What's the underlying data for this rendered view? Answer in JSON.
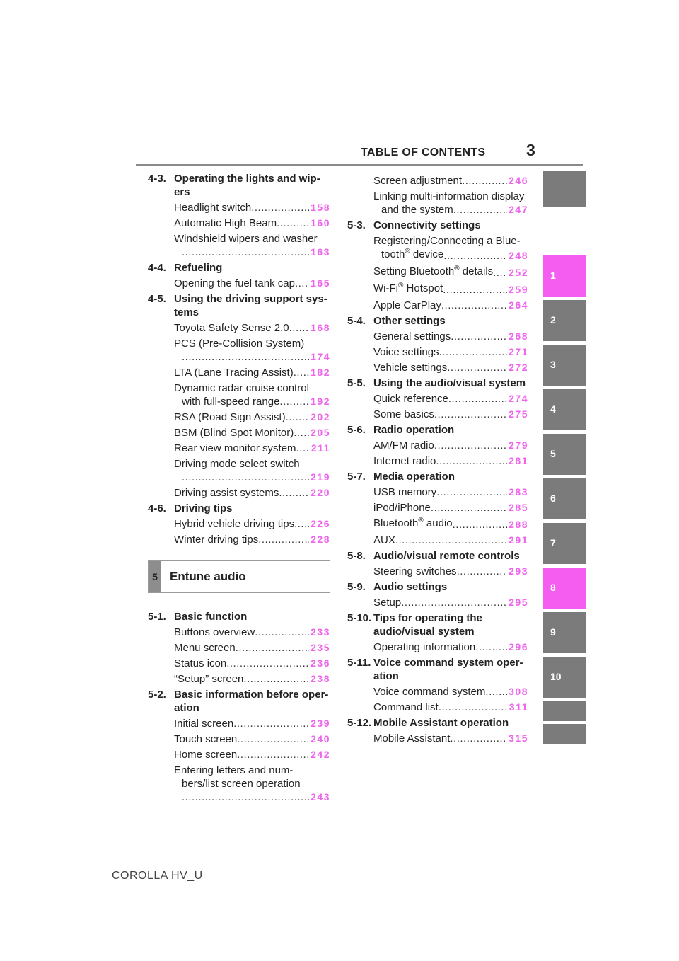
{
  "header": {
    "title": "TABLE OF CONTENTS",
    "page_number": "3"
  },
  "left_column": {
    "sections": [
      {
        "number": "4-3.",
        "title": "Operating the lights and wip-ers",
        "entries": [
          {
            "label": "Headlight switch",
            "page": "158"
          },
          {
            "label": "Automatic High Beam",
            "page": "160"
          },
          {
            "label_line1": "Windshield wipers and washer",
            "label": "",
            "page": "163"
          }
        ]
      },
      {
        "number": "4-4.",
        "title": "Refueling",
        "entries": [
          {
            "label": "Opening the fuel tank cap",
            "page": "165"
          }
        ]
      },
      {
        "number": "4-5.",
        "title": "Using the driving support sys-tems",
        "entries": [
          {
            "label": "Toyota Safety Sense 2.0",
            "page": "168"
          },
          {
            "label_line1": "PCS (Pre-Collision System)",
            "label": "",
            "page": "174"
          },
          {
            "label": "LTA (Lane Tracing Assist)",
            "page": "182"
          },
          {
            "label_line1": "Dynamic radar cruise control",
            "label": "with full-speed range",
            "page": "192"
          },
          {
            "label": "RSA (Road Sign Assist)",
            "page": "202"
          },
          {
            "label": "BSM (Blind Spot Monitor)",
            "page": "205"
          },
          {
            "label": "Rear view monitor system",
            "page": "211"
          },
          {
            "label_line1": "Driving mode select switch",
            "label": "",
            "page": "219"
          },
          {
            "label": "Driving assist systems",
            "page": "220"
          }
        ]
      },
      {
        "number": "4-6.",
        "title": "Driving tips",
        "entries": [
          {
            "label": "Hybrid vehicle driving tips",
            "page": "226"
          },
          {
            "label": "Winter driving tips",
            "page": "228"
          }
        ]
      }
    ],
    "chapter": {
      "number": "5",
      "title": "Entune audio"
    },
    "sections_after": [
      {
        "number": "5-1.",
        "title": "Basic function",
        "entries": [
          {
            "label": "Buttons overview",
            "page": "233"
          },
          {
            "label": "Menu screen",
            "page": "235"
          },
          {
            "label": "Status icon",
            "page": "236"
          },
          {
            "label": "“Setup” screen",
            "page": "238"
          }
        ]
      },
      {
        "number": "5-2.",
        "title": "Basic information before oper-ation",
        "entries": [
          {
            "label": "Initial screen",
            "page": "239"
          },
          {
            "label": "Touch screen",
            "page": "240"
          },
          {
            "label": "Home screen",
            "page": "242"
          },
          {
            "label_line1": "Entering letters and num-",
            "label_line2": "bers/list screen operation",
            "label": "",
            "page": "243"
          }
        ]
      }
    ]
  },
  "right_column": {
    "top_entries": [
      {
        "label": "Screen adjustment",
        "page": "246"
      },
      {
        "label_line1": "Linking multi-information display",
        "label": "and the system",
        "page": "247"
      }
    ],
    "sections": [
      {
        "number": "5-3.",
        "title": "Connectivity settings",
        "entries": [
          {
            "label_line1": "Registering/Connecting a Blue-",
            "label": "tooth",
            "sup": "®",
            "suffix": " device",
            "page": "248"
          },
          {
            "label": "Setting Bluetooth",
            "sup": "®",
            "suffix": " details",
            "page": "252"
          },
          {
            "label": "Wi-Fi",
            "sup": "®",
            "suffix": " Hotspot",
            "page": "259"
          },
          {
            "label": "Apple CarPlay",
            "page": "264"
          }
        ]
      },
      {
        "number": "5-4.",
        "title": "Other settings",
        "entries": [
          {
            "label": "General settings",
            "page": "268"
          },
          {
            "label": "Voice settings",
            "page": "271"
          },
          {
            "label": "Vehicle settings",
            "page": "272"
          }
        ]
      },
      {
        "number": "5-5.",
        "title": "Using the audio/visual system",
        "entries": [
          {
            "label": "Quick reference",
            "page": "274"
          },
          {
            "label": "Some basics",
            "page": "275"
          }
        ]
      },
      {
        "number": "5-6.",
        "title": "Radio operation",
        "entries": [
          {
            "label": "AM/FM radio",
            "page": "279"
          },
          {
            "label": "Internet radio",
            "page": "281"
          }
        ]
      },
      {
        "number": "5-7.",
        "title": "Media operation",
        "entries": [
          {
            "label": "USB memory",
            "page": "283"
          },
          {
            "label": "iPod/iPhone",
            "page": "285"
          },
          {
            "label": "Bluetooth",
            "sup": "®",
            "suffix": " audio",
            "page": "288"
          },
          {
            "label": "AUX",
            "page": "291"
          }
        ]
      },
      {
        "number": "5-8.",
        "title": "Audio/visual remote controls",
        "entries": [
          {
            "label": "Steering switches",
            "page": "293"
          }
        ]
      },
      {
        "number": "5-9.",
        "title": "Audio settings",
        "entries": [
          {
            "label": "Setup",
            "page": "295"
          }
        ]
      },
      {
        "number": "5-10.",
        "title": "Tips for operating the audio/visual system",
        "entries": [
          {
            "label": "Operating information",
            "page": "296"
          }
        ]
      },
      {
        "number": "5-11.",
        "title": "Voice command system oper-ation",
        "entries": [
          {
            "label": "Voice command system",
            "page": "308"
          },
          {
            "label": "Command list",
            "page": "311"
          }
        ]
      },
      {
        "number": "5-12.",
        "title": "Mobile Assistant operation",
        "entries": [
          {
            "label": "Mobile Assistant",
            "page": "315"
          }
        ]
      }
    ]
  },
  "tabs": [
    {
      "label": "",
      "active": false
    },
    {
      "label": "1",
      "active": true
    },
    {
      "label": "2",
      "active": false
    },
    {
      "label": "3",
      "active": false
    },
    {
      "label": "4",
      "active": false
    },
    {
      "label": "5",
      "active": false
    },
    {
      "label": "6",
      "active": false
    },
    {
      "label": "7",
      "active": false
    },
    {
      "label": "8",
      "active": true
    },
    {
      "label": "9",
      "active": false
    },
    {
      "label": "10",
      "active": false
    },
    {
      "label": "",
      "active": false
    },
    {
      "label": "",
      "active": false
    }
  ],
  "footer": {
    "text": "COROLLA HV_U"
  },
  "colors": {
    "page_link": "#f063ed",
    "tab": "#7b7b7b",
    "tab_active": "#f55df0",
    "rule": "#8a8a8a"
  }
}
